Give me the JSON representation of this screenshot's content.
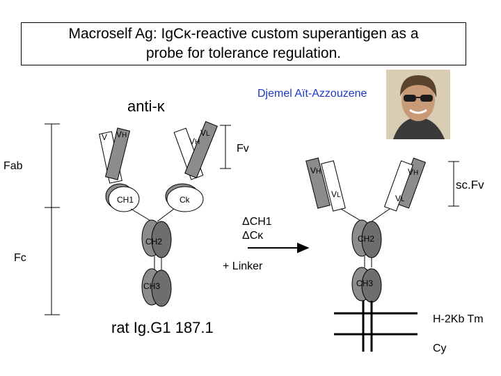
{
  "title": {
    "line1": "Macroself Ag: IgCκ-reactive custom superantigen as a",
    "line2": "probe for tolerance regulation."
  },
  "author": "Djemel Aït-Azzouzene",
  "labels": {
    "anti_kappa": "anti-κ",
    "fv": "Fv",
    "fab": "Fab",
    "fc": "Fc",
    "scfv": "sc.Fv",
    "delta_ch1": "ΔCH1",
    "delta_ck": "ΔCκ",
    "linker": "+ Linker",
    "rat_igg": "rat Ig.G1 187.1",
    "h2kb": "H-2Kb Tm",
    "cy": "Cy"
  },
  "domains": {
    "vl": "VL",
    "vh": "VH",
    "vh_sub": "H",
    "vl_sub": "L",
    "v": "V",
    "ch1": "CH1",
    "ck": "Ck",
    "ch2": "CH2",
    "ch3": "CH3"
  },
  "photo_icon": "portrait-photo"
}
